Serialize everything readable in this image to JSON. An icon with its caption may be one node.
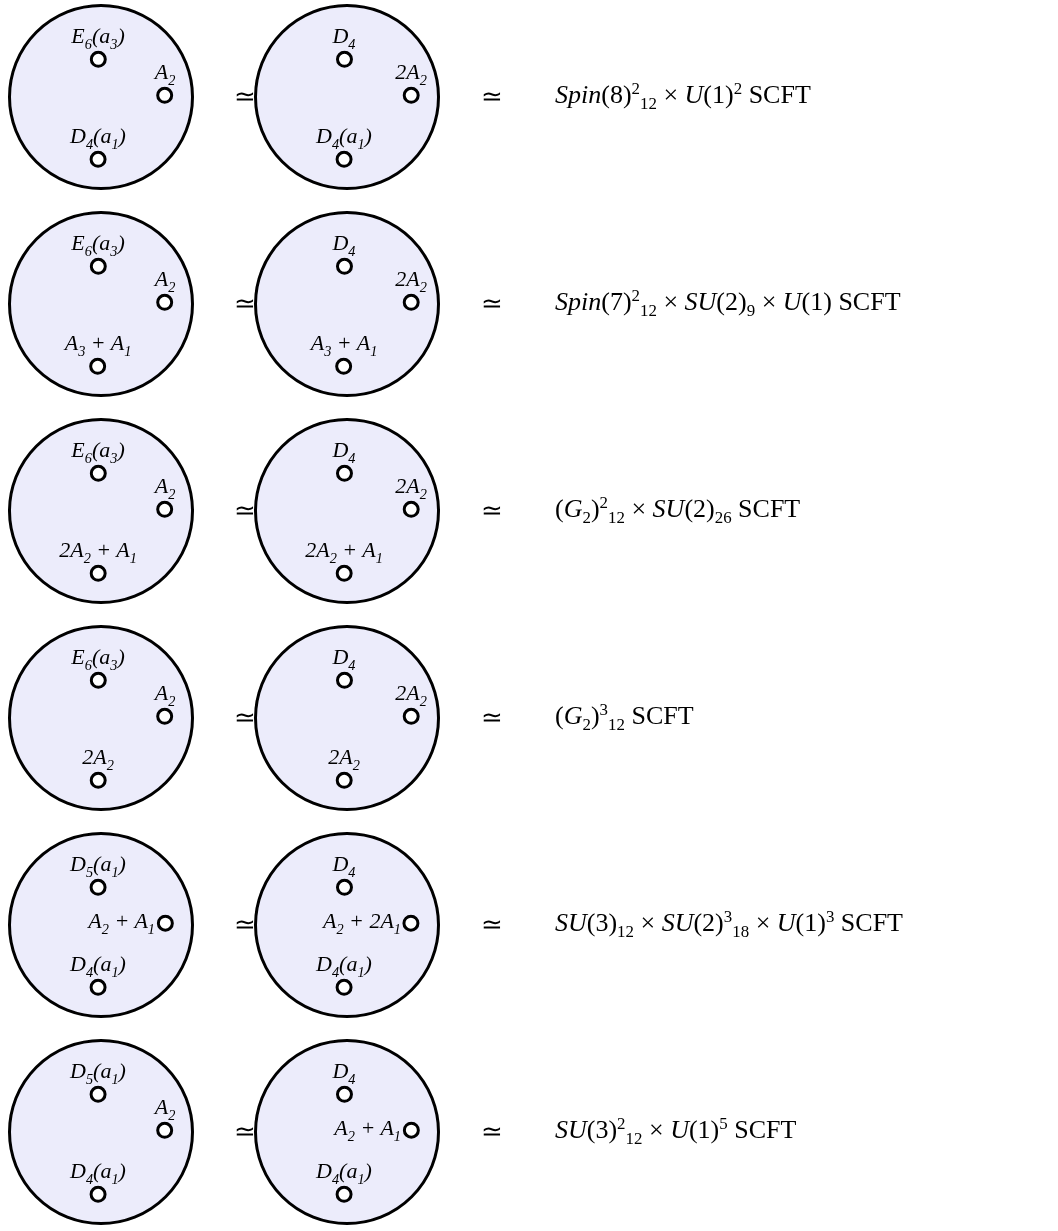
{
  "diagram": {
    "nodes": [
      {
        "text": [],
        "shape": "circle"
      },
      {
        "text": [
          "E$_{6}$(a$_{3}$)"
        ],
        "in": 0
      },
      {
        "text": [
          "A$_{2}$"
        ],
        "in": 0
      },
      {
        "text": [
          "D$_{4}$(a$_{1}$)"
        ],
        "in": 0
      },
      {
        "text": [],
        "shape": "circle"
      },
      {
        "text": [
          "D$_{4}$"
        ],
        "in": 4
      },
      {
        "text": [
          "2A$_{2}$"
        ],
        "in": 4
      },
      {
        "text": [
          "D$_{4}$(a$_{1}$)"
        ],
        "in": 4
      },
      {
        "text": [],
        "shape": "circle"
      },
      {
        "text": [
          "E$_{6}$(a$_{3}$)"
        ],
        "in": 8
      },
      {
        "text": [
          "A$_{2}$"
        ],
        "in": 8
      },
      {
        "text": [
          "A$_{3}$ + A$_{1}$"
        ],
        "in": 8
      },
      {
        "text": [],
        "shape": "circle"
      },
      {
        "text": [
          "D$_{4}$"
        ],
        "in": 12
      },
      {
        "text": [
          "2A$_{2}$"
        ],
        "in": 12
      },
      {
        "text": [
          "A$_{3}$ + A$_{1}$"
        ],
        "in": 12
      },
      {
        "text": [],
        "shape": "circle"
      },
      {
        "text": [
          "E$_{6}$(a$_{3}$)"
        ],
        "in": 16
      },
      {
        "text": [
          "A$_{2}$"
        ],
        "in": 16
      },
      {
        "text": [
          "2A$_{2}$ + A$_{1}$"
        ],
        "in": 16
      },
      {
        "text": [],
        "shape": "circle"
      },
      {
        "text": [
          "D$_{4}$"
        ],
        "in": 20
      },
      {
        "text": [
          "2A$_{2}$"
        ],
        "in": 20
      },
      {
        "text": [
          "2A$_{2}$ + A$_{1}$"
        ],
        "in": 20
      },
      {
        "text": [],
        "shape": "circle"
      },
      {
        "text": [
          "E$_{6}$(a$_{3}$)"
        ],
        "in": 24
      },
      {
        "text": [
          "A$_{2}$"
        ],
        "in": 24
      },
      {
        "text": [
          "2A$_{2}$"
        ],
        "in": 24
      },
      {
        "text": [],
        "shape": "circle"
      },
      {
        "text": [
          "D$_{4}$"
        ],
        "in": 28
      },
      {
        "text": [
          "2A$_{2}$"
        ],
        "in": 28
      },
      {
        "text": [
          "2A$_{2}$"
        ],
        "in": 28
      },
      {
        "text": [],
        "shape": "circle"
      },
      {
        "text": [
          "D$_{5}$(a$_{1}$)"
        ],
        "in": 32
      },
      {
        "text": [
          "A$_{2}$ + A$_{1}$"
        ],
        "in": 32
      },
      {
        "text": [
          "D$_{4}$(a$_{1}$)"
        ],
        "in": 32
      },
      {
        "text": [],
        "shape": "circle"
      },
      {
        "text": [
          "D$_{4}$"
        ],
        "in": 36
      },
      {
        "text": [
          "A$_{2}$ + 2A$_{1}$"
        ],
        "in": 36
      },
      {
        "text": [
          "D$_{4}$(a$_{1}$)"
        ],
        "in": 36
      },
      {
        "text": [],
        "shape": "circle"
      },
      {
        "text": [
          "D$_{5}$(a$_{1}$)"
        ],
        "in": 40
      },
      {
        "text": [
          "A$_{2}$"
        ],
        "in": 40
      },
      {
        "text": [
          "D$_{4}$(a$_{1}$)"
        ],
        "in": 40
      },
      {
        "text": [],
        "shape": "circle"
      },
      {
        "text": [
          "D$_{4}$"
        ],
        "in": 44
      },
      {
        "text": [
          "A$_{2}$ + A$_{1}$"
        ],
        "in": 44
      },
      {
        "text": [
          "D$_{4}$(a$_{1}$)"
        ],
        "in": 44
      }
    ],
    "labels": [
      "≃",
      "≃",
      "*Spin*(8)$^{2}$$_{12}$ × *U*(1)$^{2}$ SCFT",
      "≃",
      "≃",
      "*Spin*(7)$^{2}$$_{12}$ × *SU*(2)$_{9}$ × *U*(1) SCFT",
      "≃",
      "≃",
      "(*G*$_{2}$)$^{2}$$_{12}$ × *SU*(2)$_{26}$ SCFT",
      "≃",
      "≃",
      "(*G*$_{2}$)$^{3}$$_{12}$ SCFT",
      "≃",
      "≃",
      "*SU*(3)$_{12}$ × *SU*(2)$^{3}$$_{18}$ × *U*(1)$^{3}$ SCFT",
      "≃",
      "≃",
      "*SU*(3)$^{2}$$_{12}$ × *U*(1)$^{5}$ SCFT"
    ]
  }
}
